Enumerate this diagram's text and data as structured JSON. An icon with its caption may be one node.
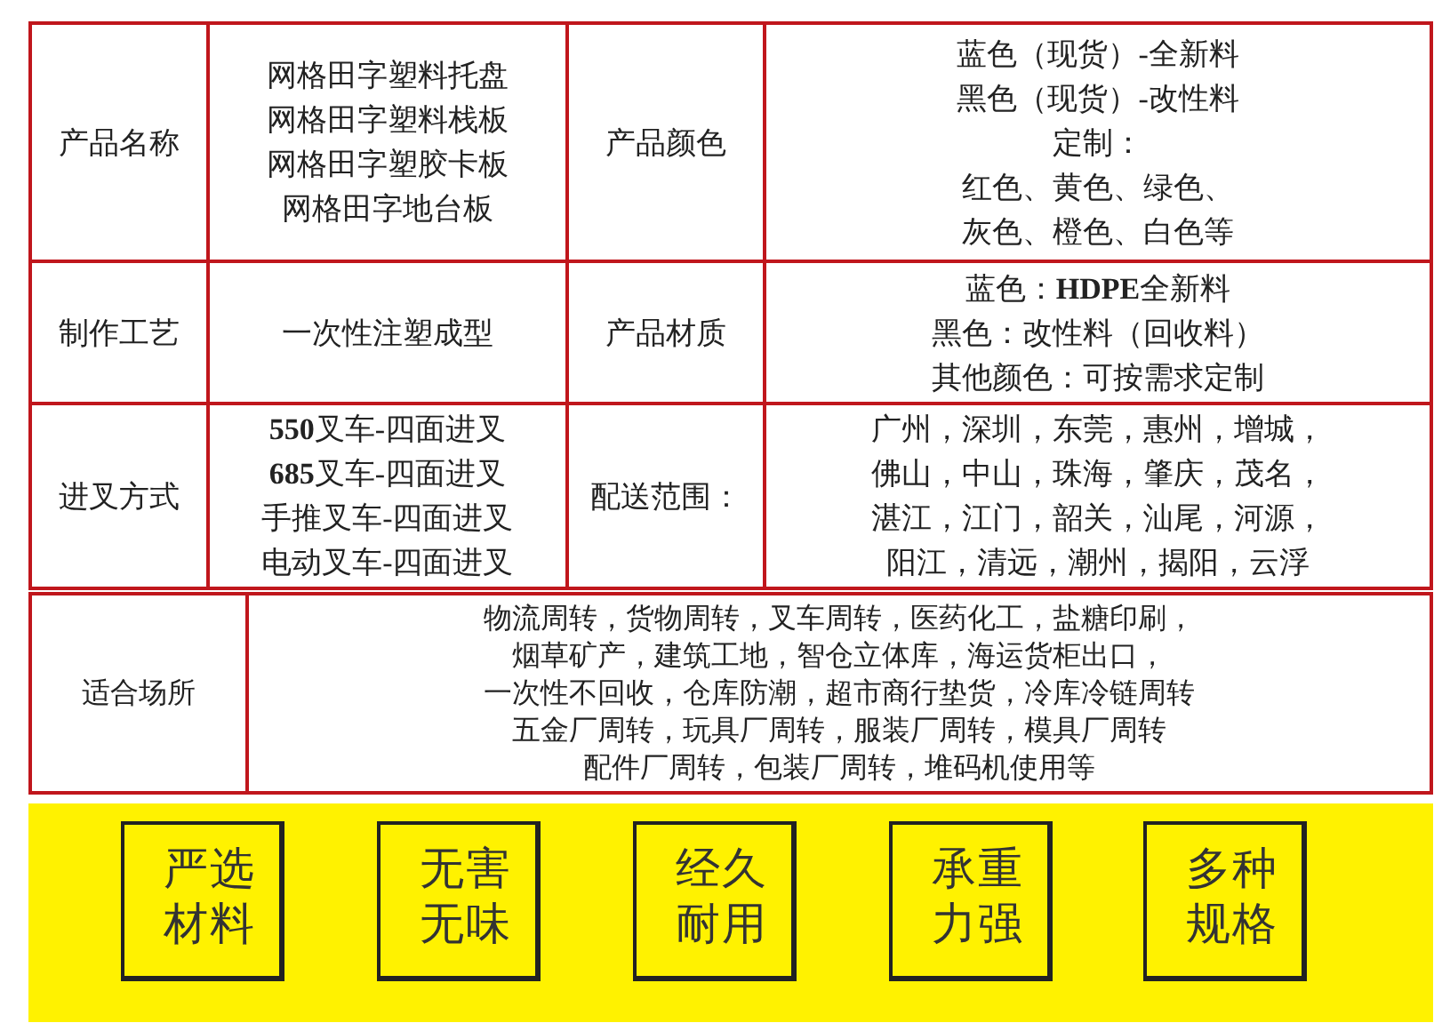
{
  "diagram": {
    "nodes": [
      {
        "text": [
          "严选材料"
        ]
      },
      {
        "text": [
          "无害无味"
        ]
      },
      {
        "text": [
          "经久耐用"
        ]
      },
      {
        "text": [
          "承重力强"
        ]
      },
      {
        "text": [
          "多种规格"
        ]
      }
    ],
    "labels": [
      "产品名称",
      "网格田字塑料托盘",
      "网格田字塑料栈板",
      "网格田字塑胶卡板",
      "网格田字地台板",
      "产品颜色",
      "蓝色（现货）-全新料",
      "黑色（现货）-改性料",
      "定制：",
      "红色、黄色、绿色、",
      "灰色、橙色、白色等",
      "制作工艺",
      "一次性注塑成型",
      "产品材质",
      "蓝色：**HDPE**全新料",
      "黑色：改性料（回收料）",
      "其他颜色：可按需求定制",
      "进叉方式",
      "**550**叉车-四面进叉",
      "**685**叉车-四面进叉",
      "手推叉车-四面进叉",
      "电动叉车-四面进叉",
      "配送范围：",
      "广州，深圳，东莞，惠州，增城，",
      "佛山，中山，珠海，肇庆，茂名，",
      "湛江，江门，韶关，汕尾，河源，",
      "阳江，清远，潮州，揭阳，云浮",
      "适合场所",
      "物流周转，货物周转，叉车周转，医药化工，盐糖印刷，",
      "烟草矿产，建筑工地，智仓立体库，海运货柜出口，",
      "一次性不回收，仓库防潮，超市商行垫货，冷库冷链周转",
      "五金厂周转，玩具厂周转，服装厂周转，模具厂周转",
      "配件厂周转，包装厂周转，堆码机使用等"
    ]
  }
}
